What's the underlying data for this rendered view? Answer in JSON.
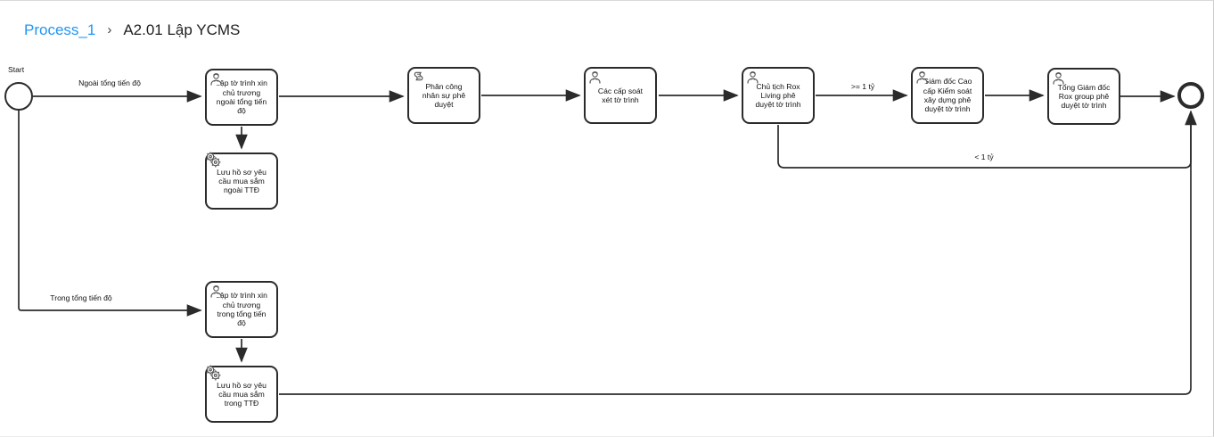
{
  "breadcrumb": {
    "process_link": "Process_1",
    "separator": "›",
    "current": "A2.01 Lập YCMS"
  },
  "colors": {
    "link_blue": "#2196F3",
    "diagram_stroke": "#2b2b2b",
    "icon_gray": "#555555"
  },
  "diagram": {
    "start_event_label": "Start",
    "tasks": [
      {
        "id": "task-lap-to-trinh-ngoai-ttd",
        "type": "user",
        "label": "Lập tờ trình xin\nchủ trương\nngoài tổng tiến\nđộ"
      },
      {
        "id": "task-luu-ho-so-ngoai-ttd",
        "type": "service",
        "label": "Lưu hồ sơ yêu\ncầu mua sắm\nngoài TTĐ"
      },
      {
        "id": "task-phan-cong-nhan-su",
        "type": "script",
        "label": "Phân công\nnhân sự phê\nduyệt"
      },
      {
        "id": "task-cac-cap-soat-xet",
        "type": "user",
        "label": "Các cấp soát\nxét tờ trình"
      },
      {
        "id": "task-chu-tich-rox-living",
        "type": "user",
        "label": "Chủ tịch Rox\nLiving phê\nduyệt tờ trình"
      },
      {
        "id": "task-giam-doc-cao-cap",
        "type": "user",
        "label": "Giám đốc Cao\ncấp Kiểm soát\nxây dựng phê\nduyệt tờ trình"
      },
      {
        "id": "task-tong-giam-doc-rox",
        "type": "user",
        "label": "Tổng Giám đốc\nRox group phê\nduyệt tờ trình"
      },
      {
        "id": "task-lap-to-trinh-trong-ttd",
        "type": "user",
        "label": "Lập tờ trình xin\nchủ trương\ntrong tổng tiến\nđộ"
      },
      {
        "id": "task-luu-ho-so-trong-ttd",
        "type": "service",
        "label": "Lưu hồ sơ yêu\ncầu mua sắm\ntrong TTĐ"
      }
    ],
    "flow_labels": {
      "ngoai": "Ngoài tổng tiến độ",
      "trong": "Trong tổng tiến độ",
      "gte_1ty": ">= 1 tỷ",
      "lt_1ty": "< 1 tỷ"
    }
  }
}
